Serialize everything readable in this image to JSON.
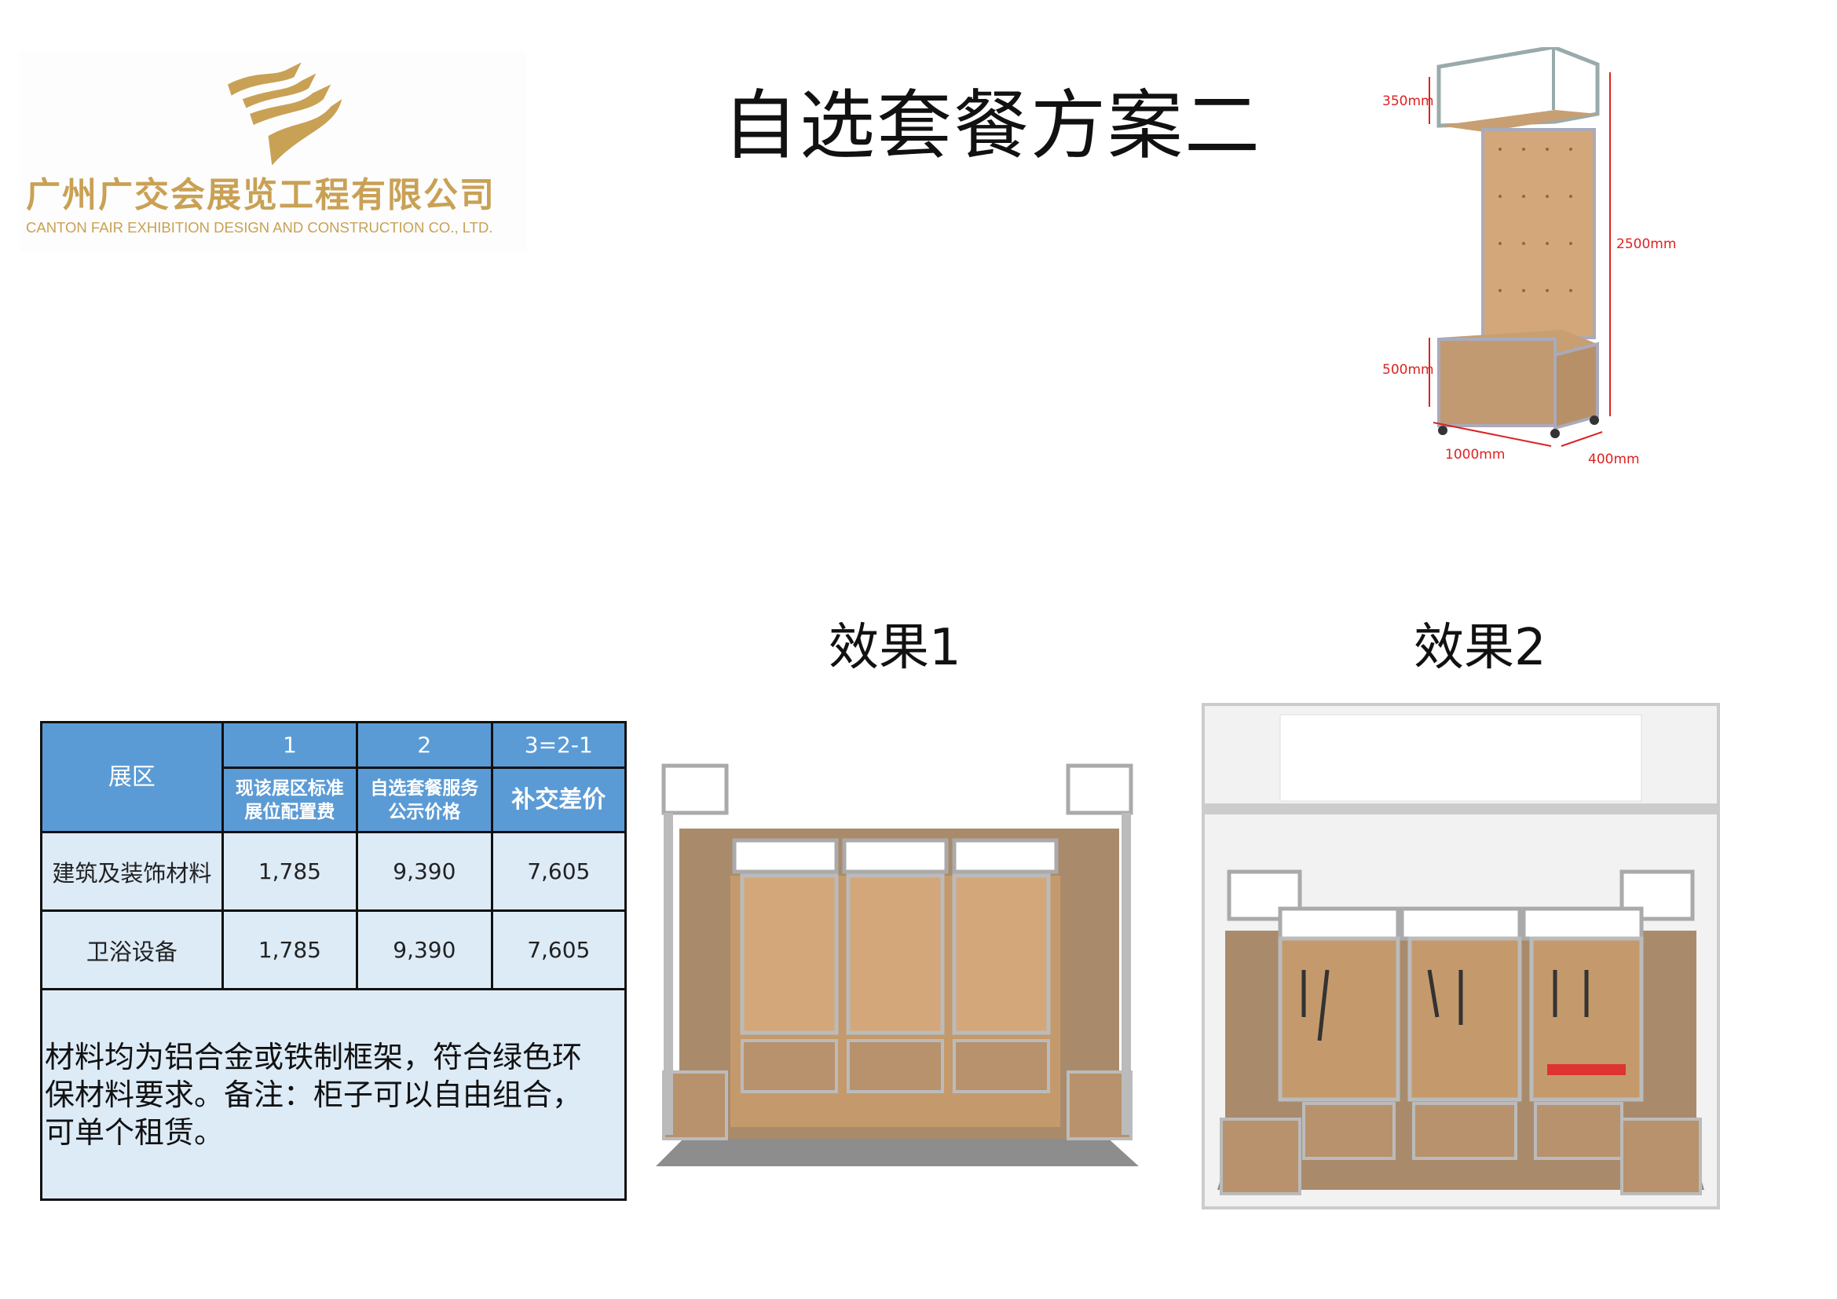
{
  "logo": {
    "company_cn": "广州广交会展览工程有限公司",
    "company_en": "CANTON FAIR EXHIBITION DESIGN AND CONSTRUCTION CO., LTD.",
    "brand_color": "#c9a155"
  },
  "title": "自选套餐方案二",
  "dimensions": {
    "top_height": "350mm",
    "total_height": "2500mm",
    "base_height": "500mm",
    "width": "1000mm",
    "depth": "400mm"
  },
  "renders": {
    "effect1_label": "效果1",
    "effect2_label": "效果2"
  },
  "table": {
    "header_color": "#5b9bd5",
    "body_color": "#ddebf7",
    "area_header": "展区",
    "columns": [
      {
        "number": "1",
        "label_line1": "现该展区标准",
        "label_line2": "展位配置费"
      },
      {
        "number": "2",
        "label_line1": "自选套餐服务",
        "label_line2": "公示价格"
      },
      {
        "number": "3=2-1",
        "label_line1": "补交差价",
        "label_line2": ""
      }
    ],
    "rows": [
      {
        "area": "建筑及装饰材料",
        "standard_fee": "1,785",
        "package_price": "9,390",
        "difference": "7,605"
      },
      {
        "area": "卫浴设备",
        "standard_fee": "1,785",
        "package_price": "9,390",
        "difference": "7,605"
      }
    ],
    "note": "材料均为铝合金或铁制框架，符合绿色环保材料要求。备注：柜子可以自由组合，可单个租赁。"
  }
}
